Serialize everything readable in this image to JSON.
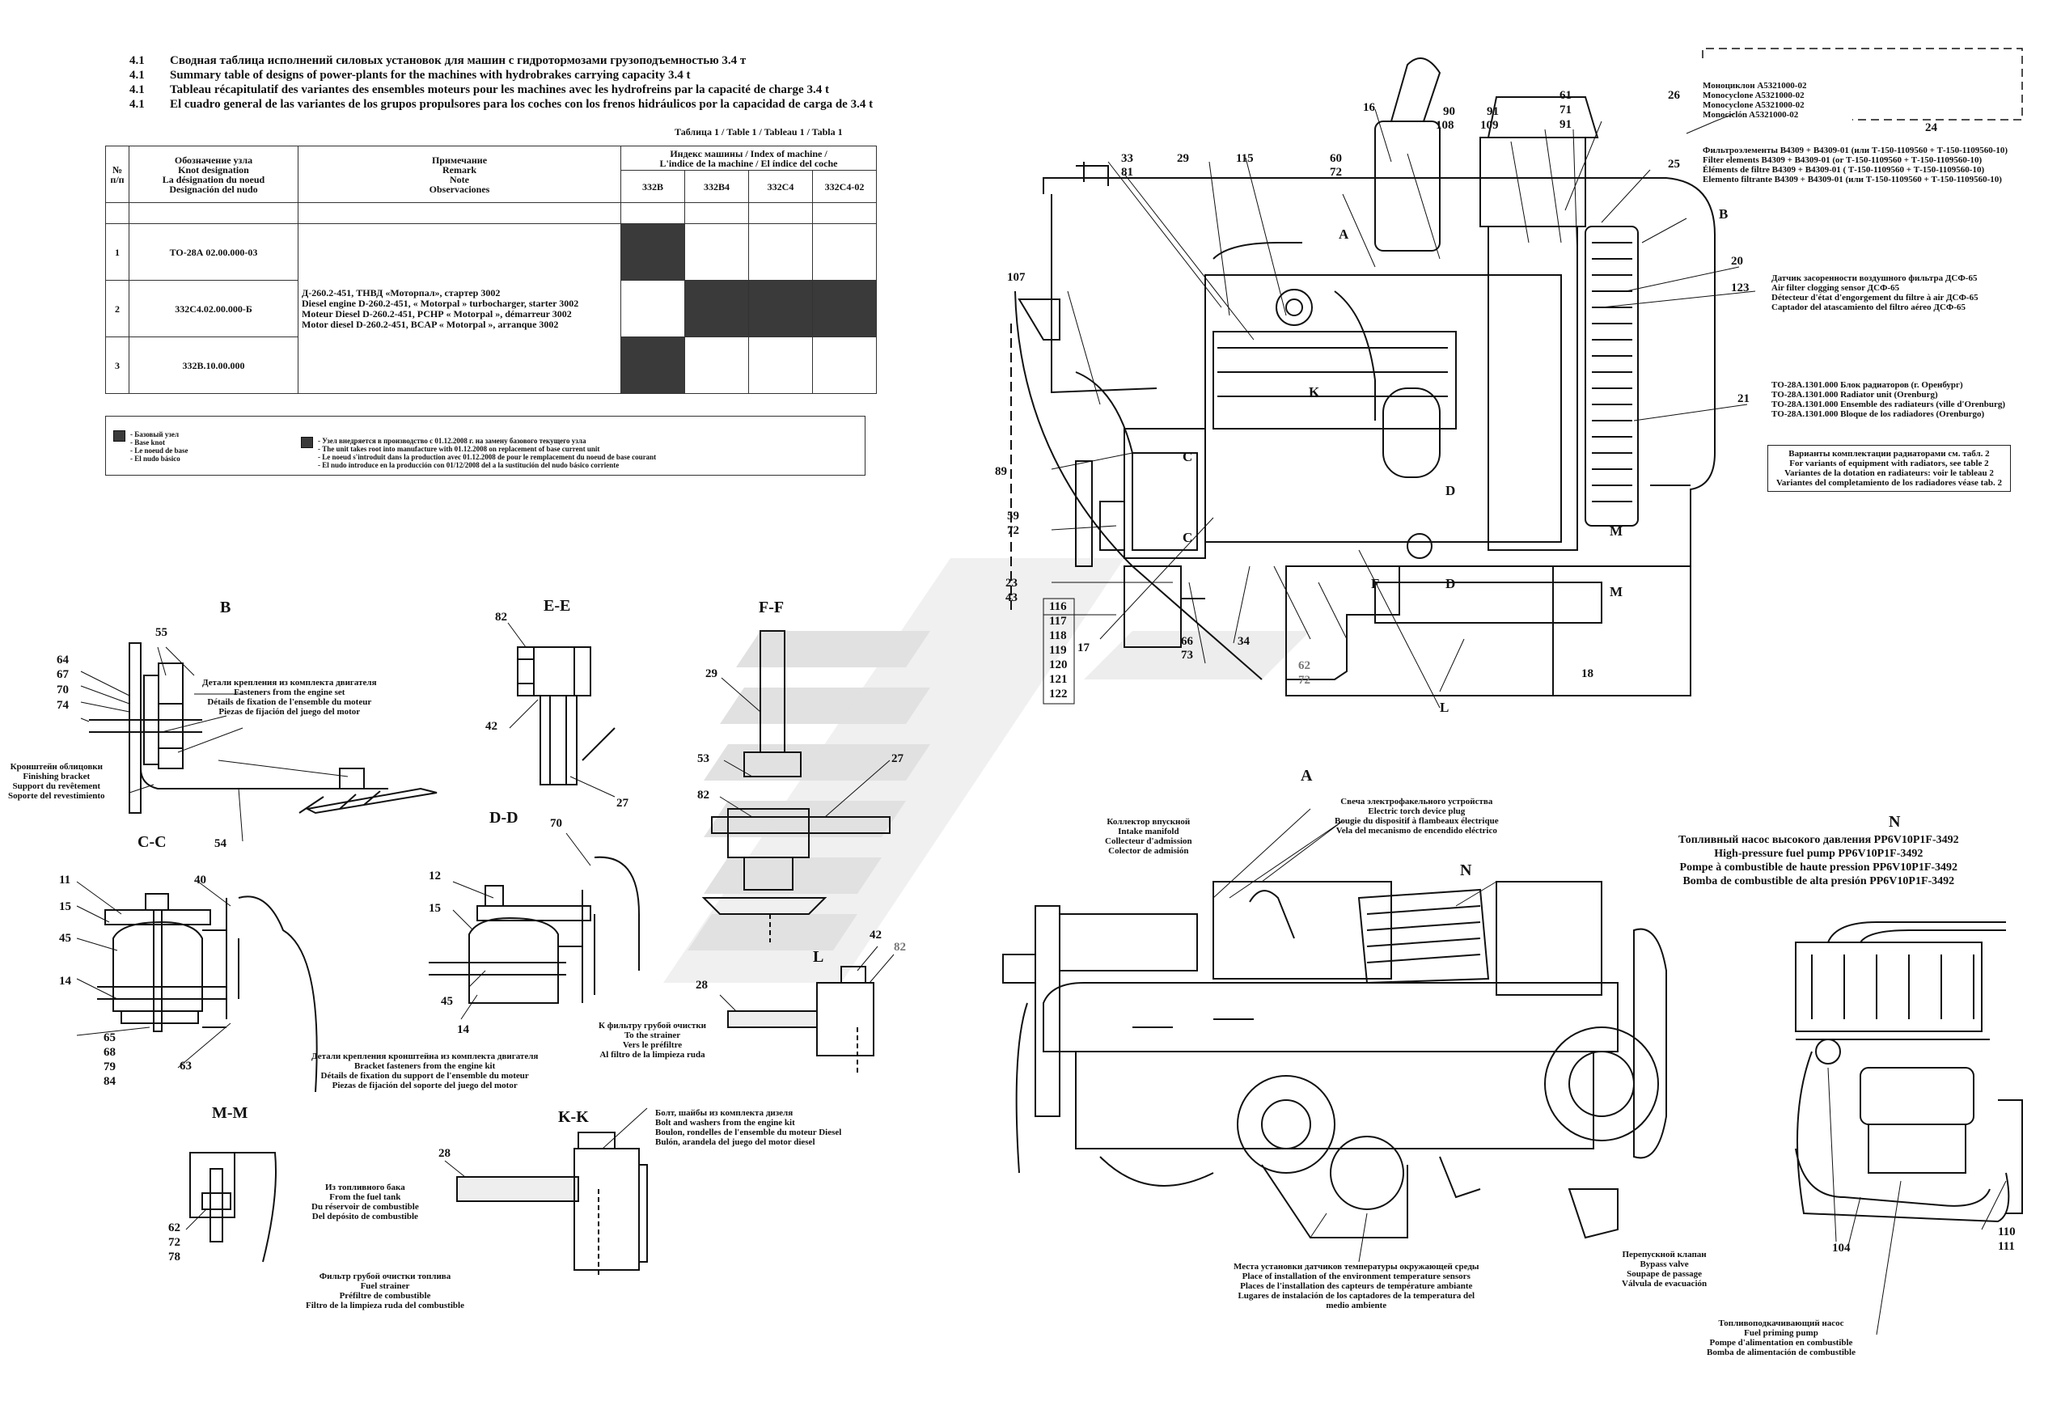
{
  "header": {
    "lines": [
      {
        "num": "4.1",
        "text": "Сводная таблица исполнений силовых установок для машин с гидротормозами грузоподъемностью 3.4 т"
      },
      {
        "num": "4.1",
        "text": "Summary table of designs of power-plants for the machines with hydrobrakes carrying capacity 3.4 t"
      },
      {
        "num": "4.1",
        "text": "Tableau récapitulatif des variantes des ensembles moteurs pour les machines avec les hydrofreins par la capacité de charge 3.4 t"
      },
      {
        "num": "4.1",
        "text": "El cuadro general de las variantes de los grupos propulsores para los coches con los frenos hidráulicos por la capacidad de carga de 3.4 t"
      }
    ],
    "table_caption": "Таблица 1 / Table 1 / Tableau 1 / Tabla 1"
  },
  "table": {
    "col_num": "№\nп/п",
    "col_designation": "Обозначение узла\nKnot designation\nLa désignation du noeud\nDesignación del nudo",
    "col_note": "Примечание\nRemark\nNote\nObservaciones",
    "col_index": "Индекс машины / Index of machine /\nL'indice de la machine / El índice del coche",
    "machines": [
      "332В",
      "332В4",
      "332С4",
      "332С4-02"
    ],
    "rows": [
      {
        "n": "1",
        "code": "ТО-28А 02.00.000-03",
        "cells": [
          true,
          false,
          false,
          false
        ]
      },
      {
        "n": "2",
        "code": "332С4.02.00.000-Б",
        "cells": [
          false,
          true,
          true,
          true
        ]
      },
      {
        "n": "3",
        "code": "332В.10.00.000",
        "cells": [
          true,
          false,
          false,
          false
        ]
      }
    ],
    "note_text": "Д-260.2-451, ТНВД «Моторпал», стартер 3002\nDiesel engine D-260.2-451, « Motorpal » turbocharger, starter 3002\nMoteur Diesel D-260.2-451, РСНР « Motorpal », démarreur 3002\nMotor diesel D-260.2-451, BCAP « Motorpal », arranque 3002",
    "legend_base": "- Базовый узел\n- Base knot\n- Le noeud de base\n- El nudo básico",
    "legend_new": "- Узел внедряется в производство с 01.12.2008 г. на замену базового текущего узла\n- The unit takes root into manufacture with 01.12.2008 on replacement of base current unit\n- Le noeud s'introduit dans la production avec 01.12.2008 de pour le remplacement du noeud de base courant\n- El nudo introduce en la producción con 01/12/2008 del a la sustitución del nudo básico corriente"
  },
  "sections": {
    "b": "B",
    "ee": "E-E",
    "ff": "F-F",
    "cc": "C-C",
    "dd": "D-D",
    "mm": "M-M",
    "kk": "K-K",
    "a": "A",
    "n": "N"
  },
  "notes": {
    "engine_fasteners": "Детали крепления из комплекта двигателя\nFasteners from the engine set\nDétails de fixation de l'ensemble du moteur\nPiezas de fijación del juego del motor",
    "finishing_bracket": "Кронштейн облицовки\nFinishing bracket\nSupport du revêtement\nSoporte del revestimiento",
    "bracket_fasteners": "Детали крепления кронштейна из комплекта двигателя\nBracket fasteners from the engine kit\nDétails de fixation du support de l'ensemble du moteur\nPiezas de fijación del soporte del juego del motor",
    "to_strainer": "К фильтру грубой очистки\nTo the strainer\nVers le préfiltre\nAl filtro de la limpieza ruda",
    "from_tank": "Из топливного бака\nFrom the fuel tank\nDu réservoir de combustible\nDel depósito de combustible",
    "fuel_strainer": "Фильтр грубой очистки топлива\nFuel strainer\nPréfiltre de combustible\nFiltro de la limpieza ruda del combustible",
    "bolt_washers": "Болт, шайбы из комплекта дизеля\nBolt and washers from the engine kit\nBoulon, rondelles de l'ensemble du moteur Diesel\nBulón, arandela del juego del motor diesel",
    "intake_manifold": "Коллектор впускной\nIntake manifold\nCollecteur d'admission\nColector de admisión",
    "torch_plug": "Свеча электрофакельного устройства\nElectric torch device plug\nBougie du dispositif à flambeaux électrique\nVela del mecanismo de encendido eléctrico",
    "temp_sensors": "Места установки датчиков температуры окружающей среды\nPlace of installation of the environment temperature sensors\nPlaces de l'installation des capteurs de température ambiante\nLugares de instalación de los captadores de la temperatura del\nmedio ambiente",
    "pump_title": "Топливный насос высокого давления PP6V10P1F-3492\nHigh-pressure fuel pump PP6V10P1F-3492\nPompe à combustible de haute pression PP6V10P1F-3492\nBomba de combustible de alta presión PP6V10P1F-3492",
    "bypass_valve": "Перепускной клапан\nBypass valve\nSoupape de passage\nVálvula de evacuación",
    "priming_pump": "Топливоподкачивающий насос\nFuel priming pump\nPompe d'alimentation en combustible\nBomba de alimentación de combustible",
    "monocyclone": "Моноциклон А5321000-02\nMonocyclone A5321000-02\nMonocyclone A5321000-02\nMonociclón A5321000-02",
    "filter_elements": "Фильтроэлементы В4309 + В4309-01 (или Т-150-1109560 + Т-150-1109560-10)\nFilter elements B4309 + B4309-01 (or Т-150-1109560 + Т-150-1109560-10)\nÉléments de filtre B4309 + B4309-01 ( Т-150-1109560 + Т-150-1109560-10)\nElemento filtrante B4309 + B4309-01 (или Т-150-1109560 + Т-150-1109560-10)",
    "clog_sensor": "Датчик засоренности воздушного фильтра ДСФ-65\nAir filter clogging sensor ДСФ-65\nDétecteur d'état d'engorgement du filtre à air ДСФ-65\nCaptador del atascamiento del filtro aéreo ДСФ-65",
    "radiators": "ТО-28А.1301.000 Блок радиаторов (г. Оренбург)\nТО-28А.1301.000 Radiator unit (Orenburg)\nТО-28А.1301.000 Ensemble des radiateurs (ville d'Orenburg)\nТО-28А.1301.000 Bloque de los radiadores (Orenburgo)",
    "radiator_variants": "Варианты комплектации радиаторами см. табл. 2\nFor variants of equipment with radiators, see table 2\nVariantes de la dotation en radiateurs: voir le tableau 2\nVariantes del completamiento de los radiadores véase tab. 2"
  },
  "callouts": {
    "n16": "16",
    "n26": "26",
    "n24": "24",
    "n25": "25",
    "n33": "33",
    "n81": "81",
    "n29": "29",
    "n115": "115",
    "n60": "60",
    "n72a": "72",
    "n90": "90",
    "n108": "108",
    "n91a": "91",
    "n109": "109",
    "n61": "61",
    "n71": "71",
    "n91b": "91",
    "nB": "B",
    "nA": "A",
    "n20": "20",
    "n123": "123",
    "n107": "107",
    "nK": "K",
    "n21": "21",
    "n89": "89",
    "nC1": "C",
    "nC2": "C",
    "n59": "59",
    "n72b": "72",
    "nD1": "D",
    "nD2": "D",
    "nM1": "M",
    "nM2": "M",
    "n23": "23",
    "n43": "43",
    "nF": "F",
    "n116": "116",
    "n117": "117",
    "n118": "118",
    "n119": "119",
    "n120": "120",
    "n121": "121",
    "n122": "122",
    "n17": "17",
    "n66": "66",
    "n73": "73",
    "n34": "34",
    "n62a": "62",
    "n72c": "72",
    "n18": "18",
    "nL1": "L",
    "b64": "64",
    "b67": "67",
    "b70": "70",
    "b74": "74",
    "b55": "55",
    "b54": "54",
    "e82": "82",
    "e42": "42",
    "e27": "27",
    "f29": "29",
    "f53": "53",
    "f82": "82",
    "f27": "27",
    "c11": "11",
    "c15": "15",
    "c40": "40",
    "c45": "45",
    "c14": "14",
    "c65": "65",
    "c68": "68",
    "c79": "79",
    "c84": "84",
    "c63": "63",
    "d12": "12",
    "d15": "15",
    "d70": "70",
    "d45": "45",
    "d14": "14",
    "l_L": "L",
    "l42": "42",
    "l82": "82",
    "l28": "28",
    "m62": "62",
    "m72": "72",
    "m78": "78",
    "k28": "28",
    "aN": "N",
    "n104": "104",
    "n110": "110",
    "n111": "111"
  }
}
